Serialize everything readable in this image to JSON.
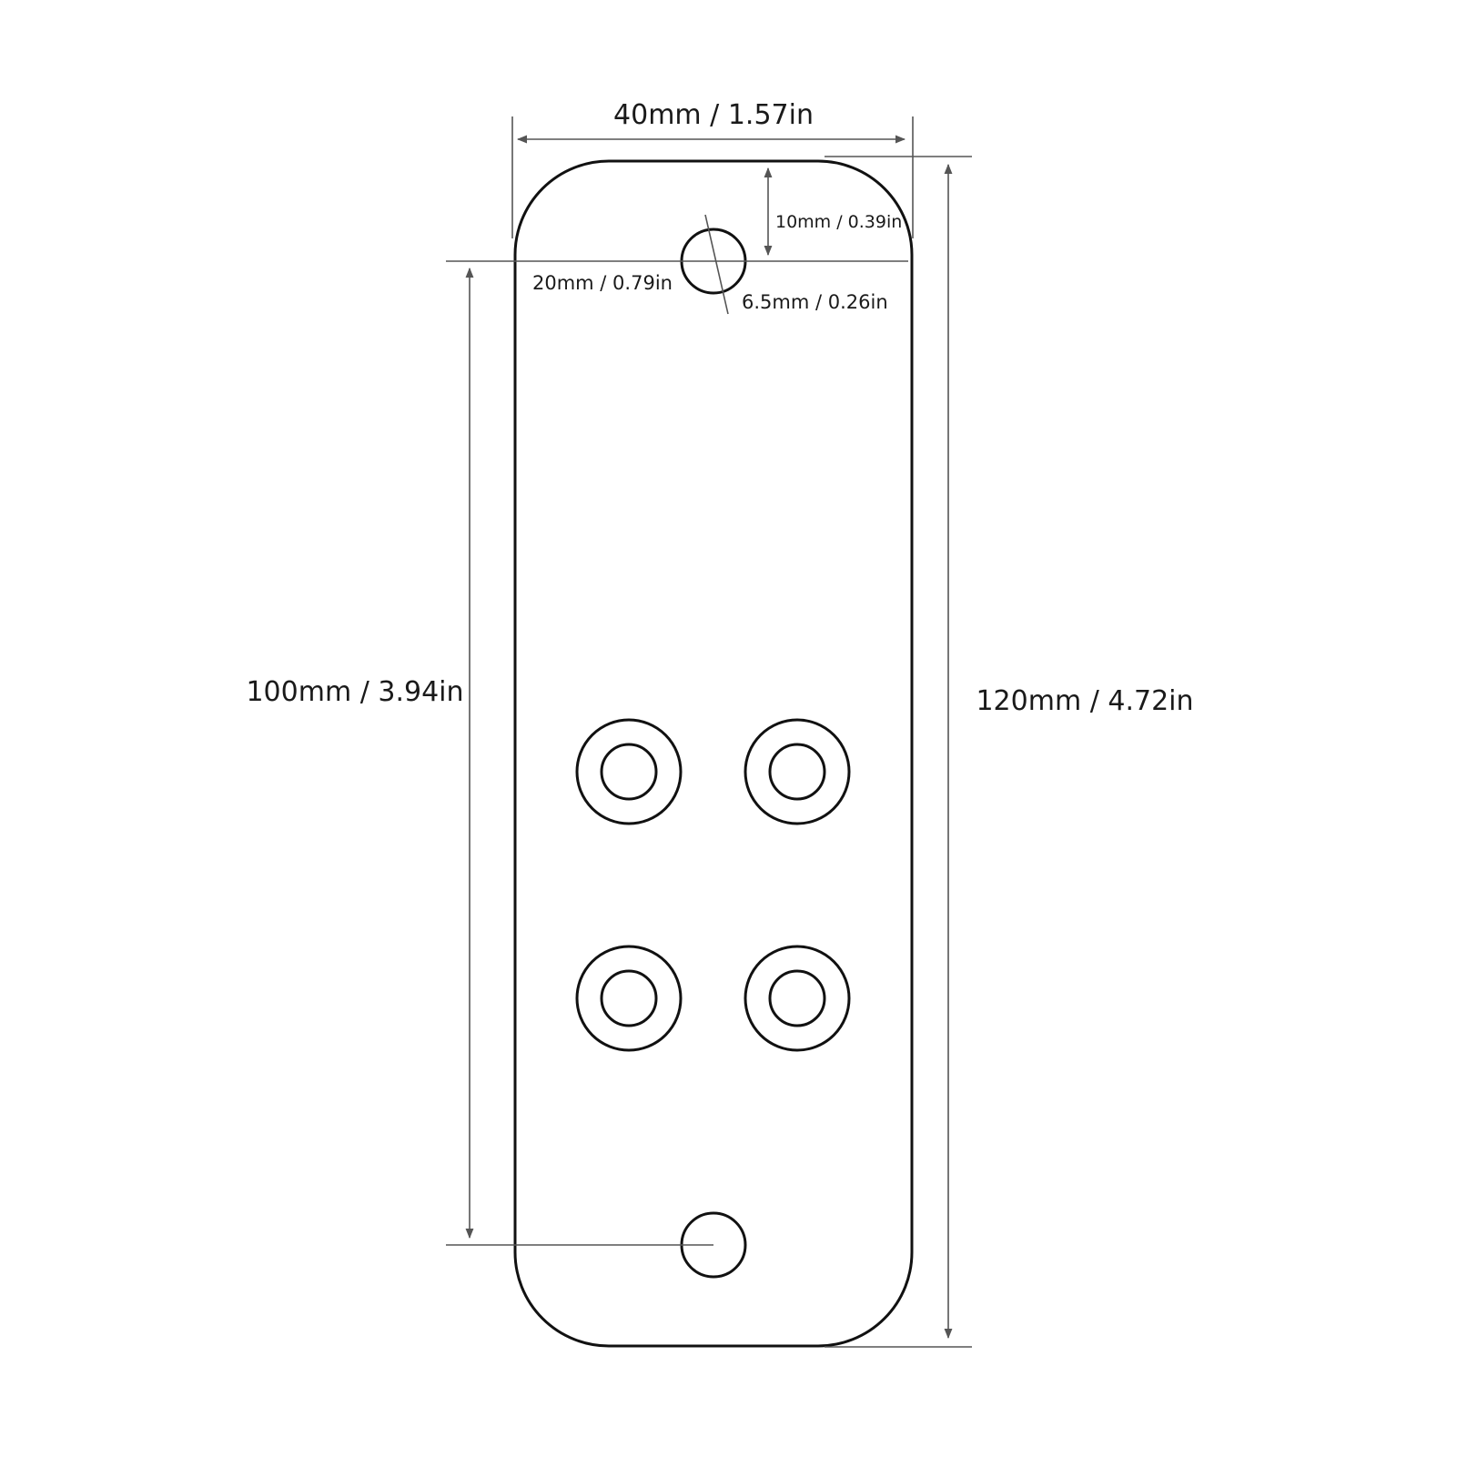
{
  "dimensions": {
    "width": "40mm / 1.57in",
    "total_length": "120mm / 4.72in",
    "hole_spacing": "100mm / 3.94in",
    "hole_edge_offset": "10mm / 0.39in",
    "hole_center_from_side": "20mm / 0.79in",
    "hole_diameter": "6.5mm / 0.26in"
  },
  "colors": {
    "outline": "#111111",
    "dimension_line": "#555555",
    "text": "#1a1a1a",
    "background": "#ffffff"
  }
}
